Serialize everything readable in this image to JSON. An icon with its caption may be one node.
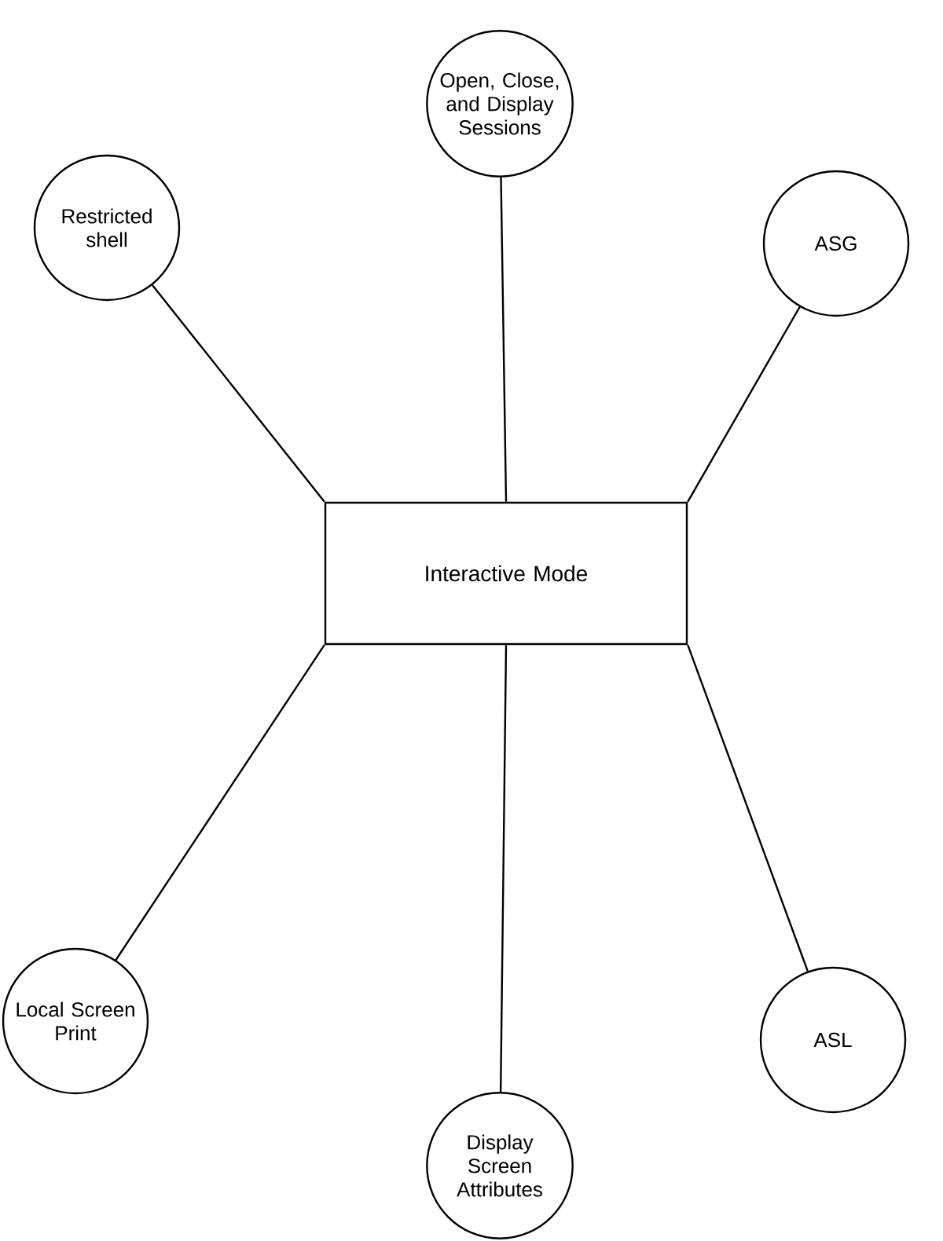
{
  "diagram": {
    "nodes": [
      {
        "text": [
          "Interactive Mode"
        ]
      },
      {
        "text": [
          "Open, Close, and Display Sessions"
        ]
      },
      {
        "text": [
          "Restricted shell"
        ]
      },
      {
        "text": [
          "ASG"
        ]
      },
      {
        "text": [
          "Local Screen Print"
        ]
      },
      {
        "text": [
          "ASL"
        ]
      },
      {
        "text": [
          "Display Screen Attributes"
        ]
      }
    ],
    "edges": [
      {
        "from": 0,
        "to": 1,
        "arrow": "none"
      },
      {
        "from": 0,
        "to": 2,
        "arrow": "none"
      },
      {
        "from": 0,
        "to": 3,
        "arrow": "none"
      },
      {
        "from": 0,
        "to": 4,
        "arrow": "none"
      },
      {
        "from": 0,
        "to": 5,
        "arrow": "none"
      },
      {
        "from": 0,
        "to": 6,
        "arrow": "none"
      }
    ]
  }
}
